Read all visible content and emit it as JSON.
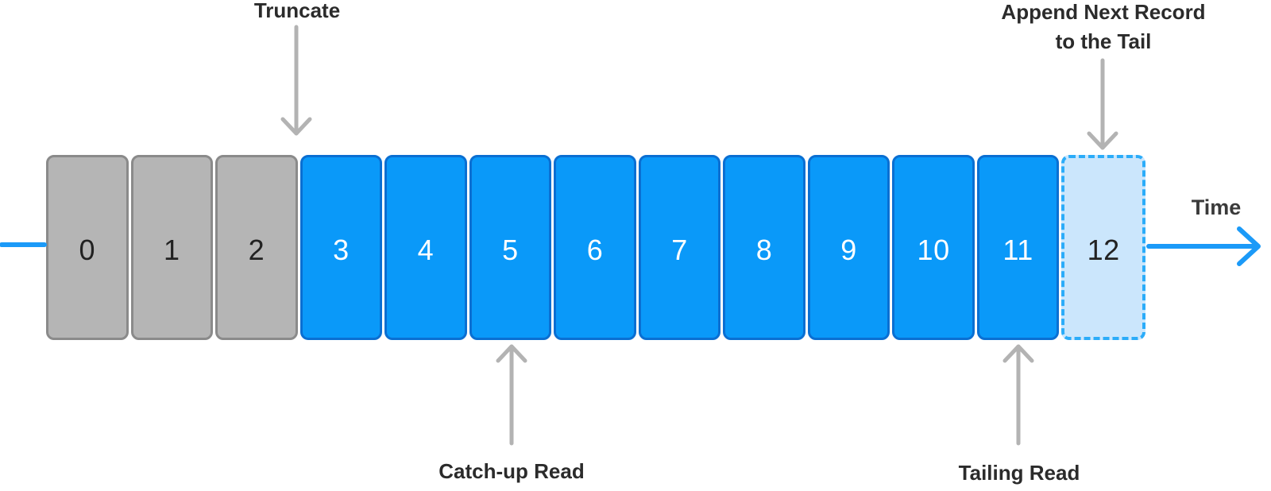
{
  "labels": {
    "truncate": "Truncate",
    "append": {
      "line1": "Append Next Record",
      "line2": "to the Tail"
    },
    "catchup_read": "Catch-up Read",
    "tailing_read": "Tailing Read",
    "time": "Time"
  },
  "cells": [
    {
      "label": "0",
      "state": "truncated"
    },
    {
      "label": "1",
      "state": "truncated"
    },
    {
      "label": "2",
      "state": "truncated"
    },
    {
      "label": "3",
      "state": "active"
    },
    {
      "label": "4",
      "state": "active"
    },
    {
      "label": "5",
      "state": "active"
    },
    {
      "label": "6",
      "state": "active"
    },
    {
      "label": "7",
      "state": "active"
    },
    {
      "label": "8",
      "state": "active"
    },
    {
      "label": "9",
      "state": "active"
    },
    {
      "label": "10",
      "state": "active"
    },
    {
      "label": "11",
      "state": "active"
    },
    {
      "label": "12",
      "state": "pending"
    }
  ],
  "colors": {
    "active_fill": "#0A99F9",
    "active_border": "#0A6FD2",
    "truncated_fill": "#B5B5B5",
    "truncated_border": "#8A8A8A",
    "pending_fill": "#CBE6FC",
    "pending_border": "#2BACF9",
    "arrow_gray": "#B3B3B3",
    "label_text": "#2B2B2B",
    "time_blue": "#1B9AF8",
    "cell_text_dark": "#222222",
    "cell_text_light": "#FFFFFF"
  }
}
